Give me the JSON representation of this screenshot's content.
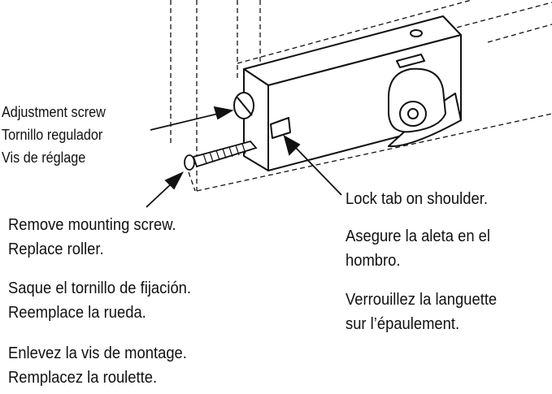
{
  "labels": {
    "adjustment_screw": [
      "Adjustment screw",
      "Tornillo regulador",
      "Vis de réglage"
    ],
    "lock_tab": {
      "en": "Lock tab on shoulder.",
      "es": [
        "Asegure la aleta en el",
        "hombro."
      ],
      "fr": [
        "Verrouillez la languette",
        "sur l’épaulement."
      ]
    },
    "mounting_screw": {
      "en": [
        "Remove mounting screw.",
        "Replace roller."
      ],
      "es": [
        "Saque el tornillo de fijación.",
        "Reemplace la rueda."
      ],
      "fr": [
        "Enlevez la vis de montage.",
        "Remplacez la roulette."
      ]
    }
  },
  "colors": {
    "line": "#111111",
    "background": "#ffffff"
  }
}
